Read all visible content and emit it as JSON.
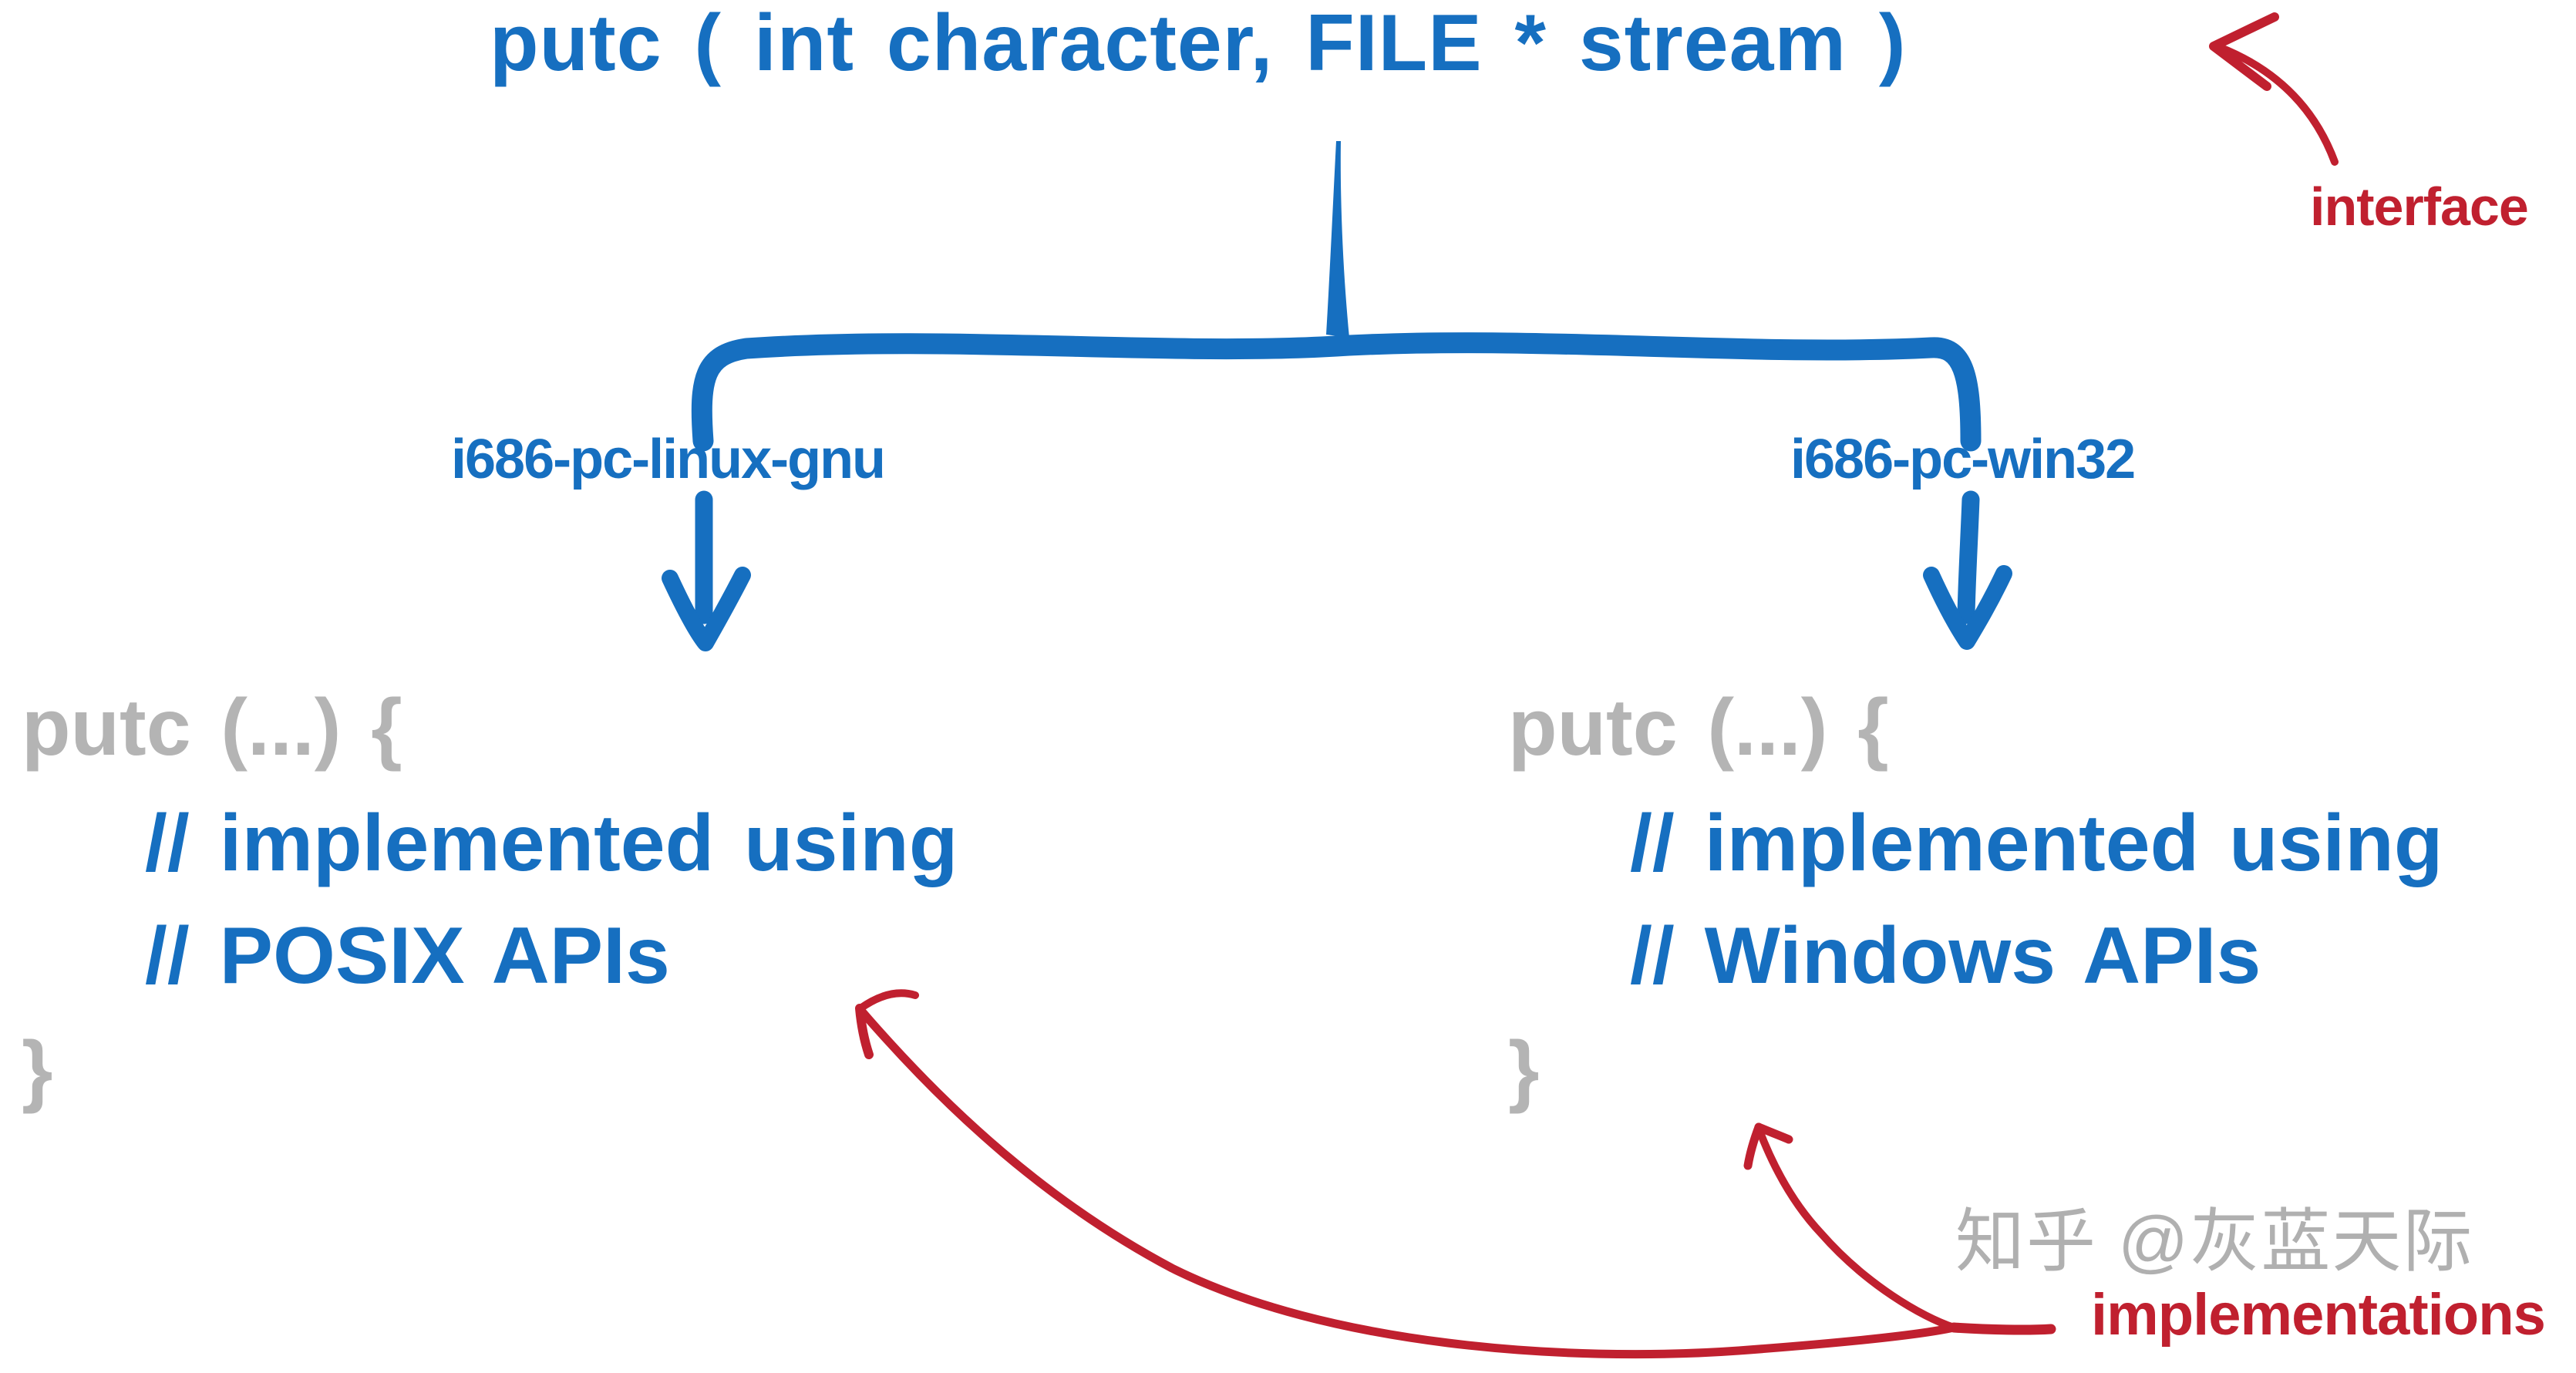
{
  "diagram": {
    "signature": "putc ( int character, FILE * stream )",
    "interface_label": "interface",
    "implementations_label": "implementations",
    "left_branch": {
      "triplet": "i686-pc-linux-gnu",
      "code": [
        "putc (...) {",
        "// implemented using",
        "// POSIX APIs",
        "}"
      ]
    },
    "right_branch": {
      "triplet": "i686-pc-win32",
      "code": [
        "putc (...) {",
        "// implemented using",
        "// Windows APIs",
        "}"
      ]
    },
    "watermark": "知乎 @灰蓝天际",
    "colors": {
      "blue": "#166fc0",
      "red": "#c0202f",
      "code_gray": "#b4b4b4",
      "watermark_gray": "#b0b0b0"
    }
  }
}
